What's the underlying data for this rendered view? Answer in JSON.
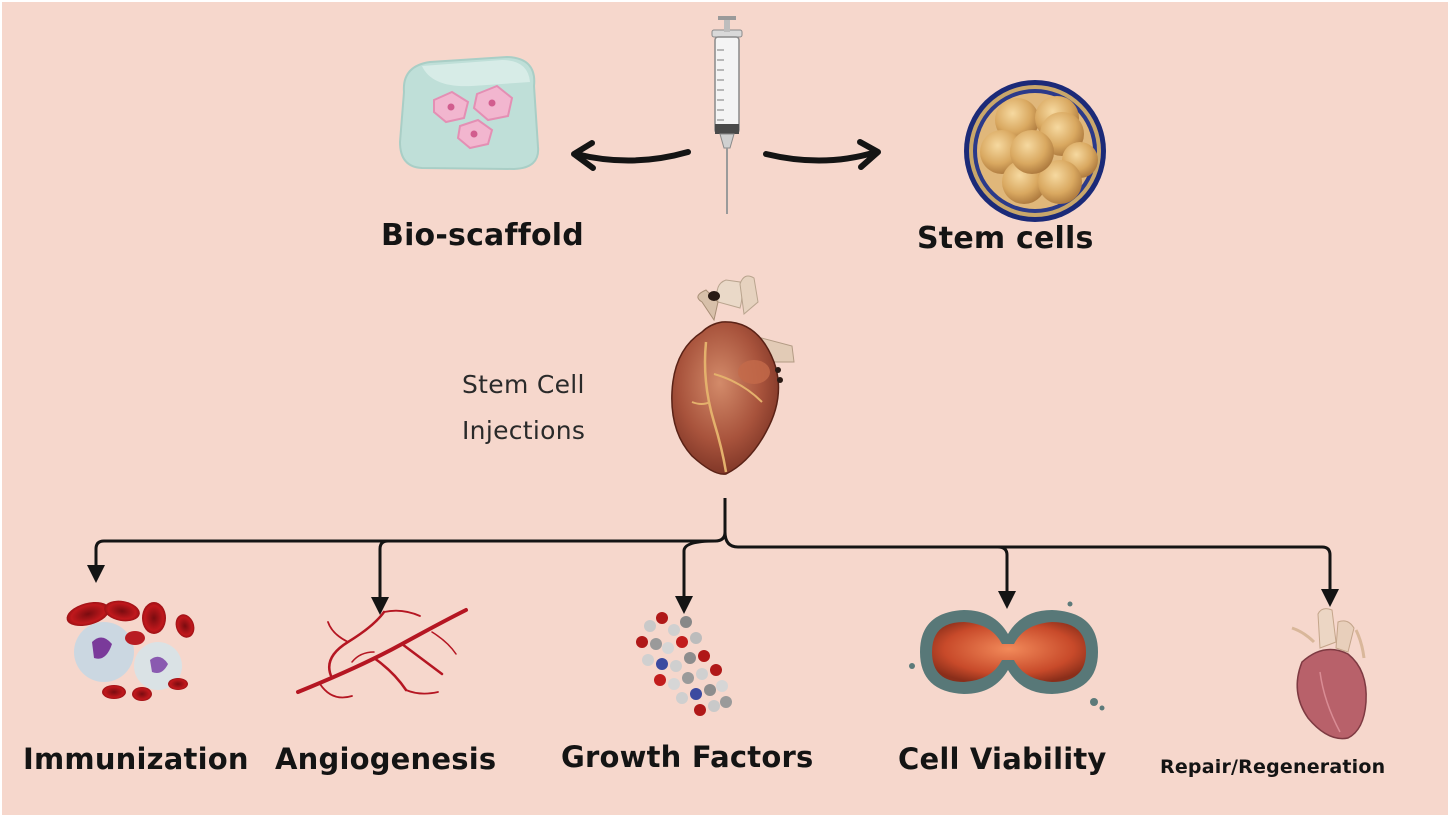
{
  "top": {
    "left_label": "Bio-scaffold",
    "right_label": "Stem cells"
  },
  "center": {
    "caption_line1": "Stem Cell",
    "caption_line2": "Injections"
  },
  "outcomes": [
    {
      "label": "Immunization"
    },
    {
      "label": "Angiogenesis"
    },
    {
      "label": "Growth Factors"
    },
    {
      "label": "Cell Viability"
    },
    {
      "label": "Repair/Regeneration"
    }
  ],
  "colors": {
    "background": "#f6d7cc",
    "text": "#141414",
    "connector": "#141414"
  }
}
